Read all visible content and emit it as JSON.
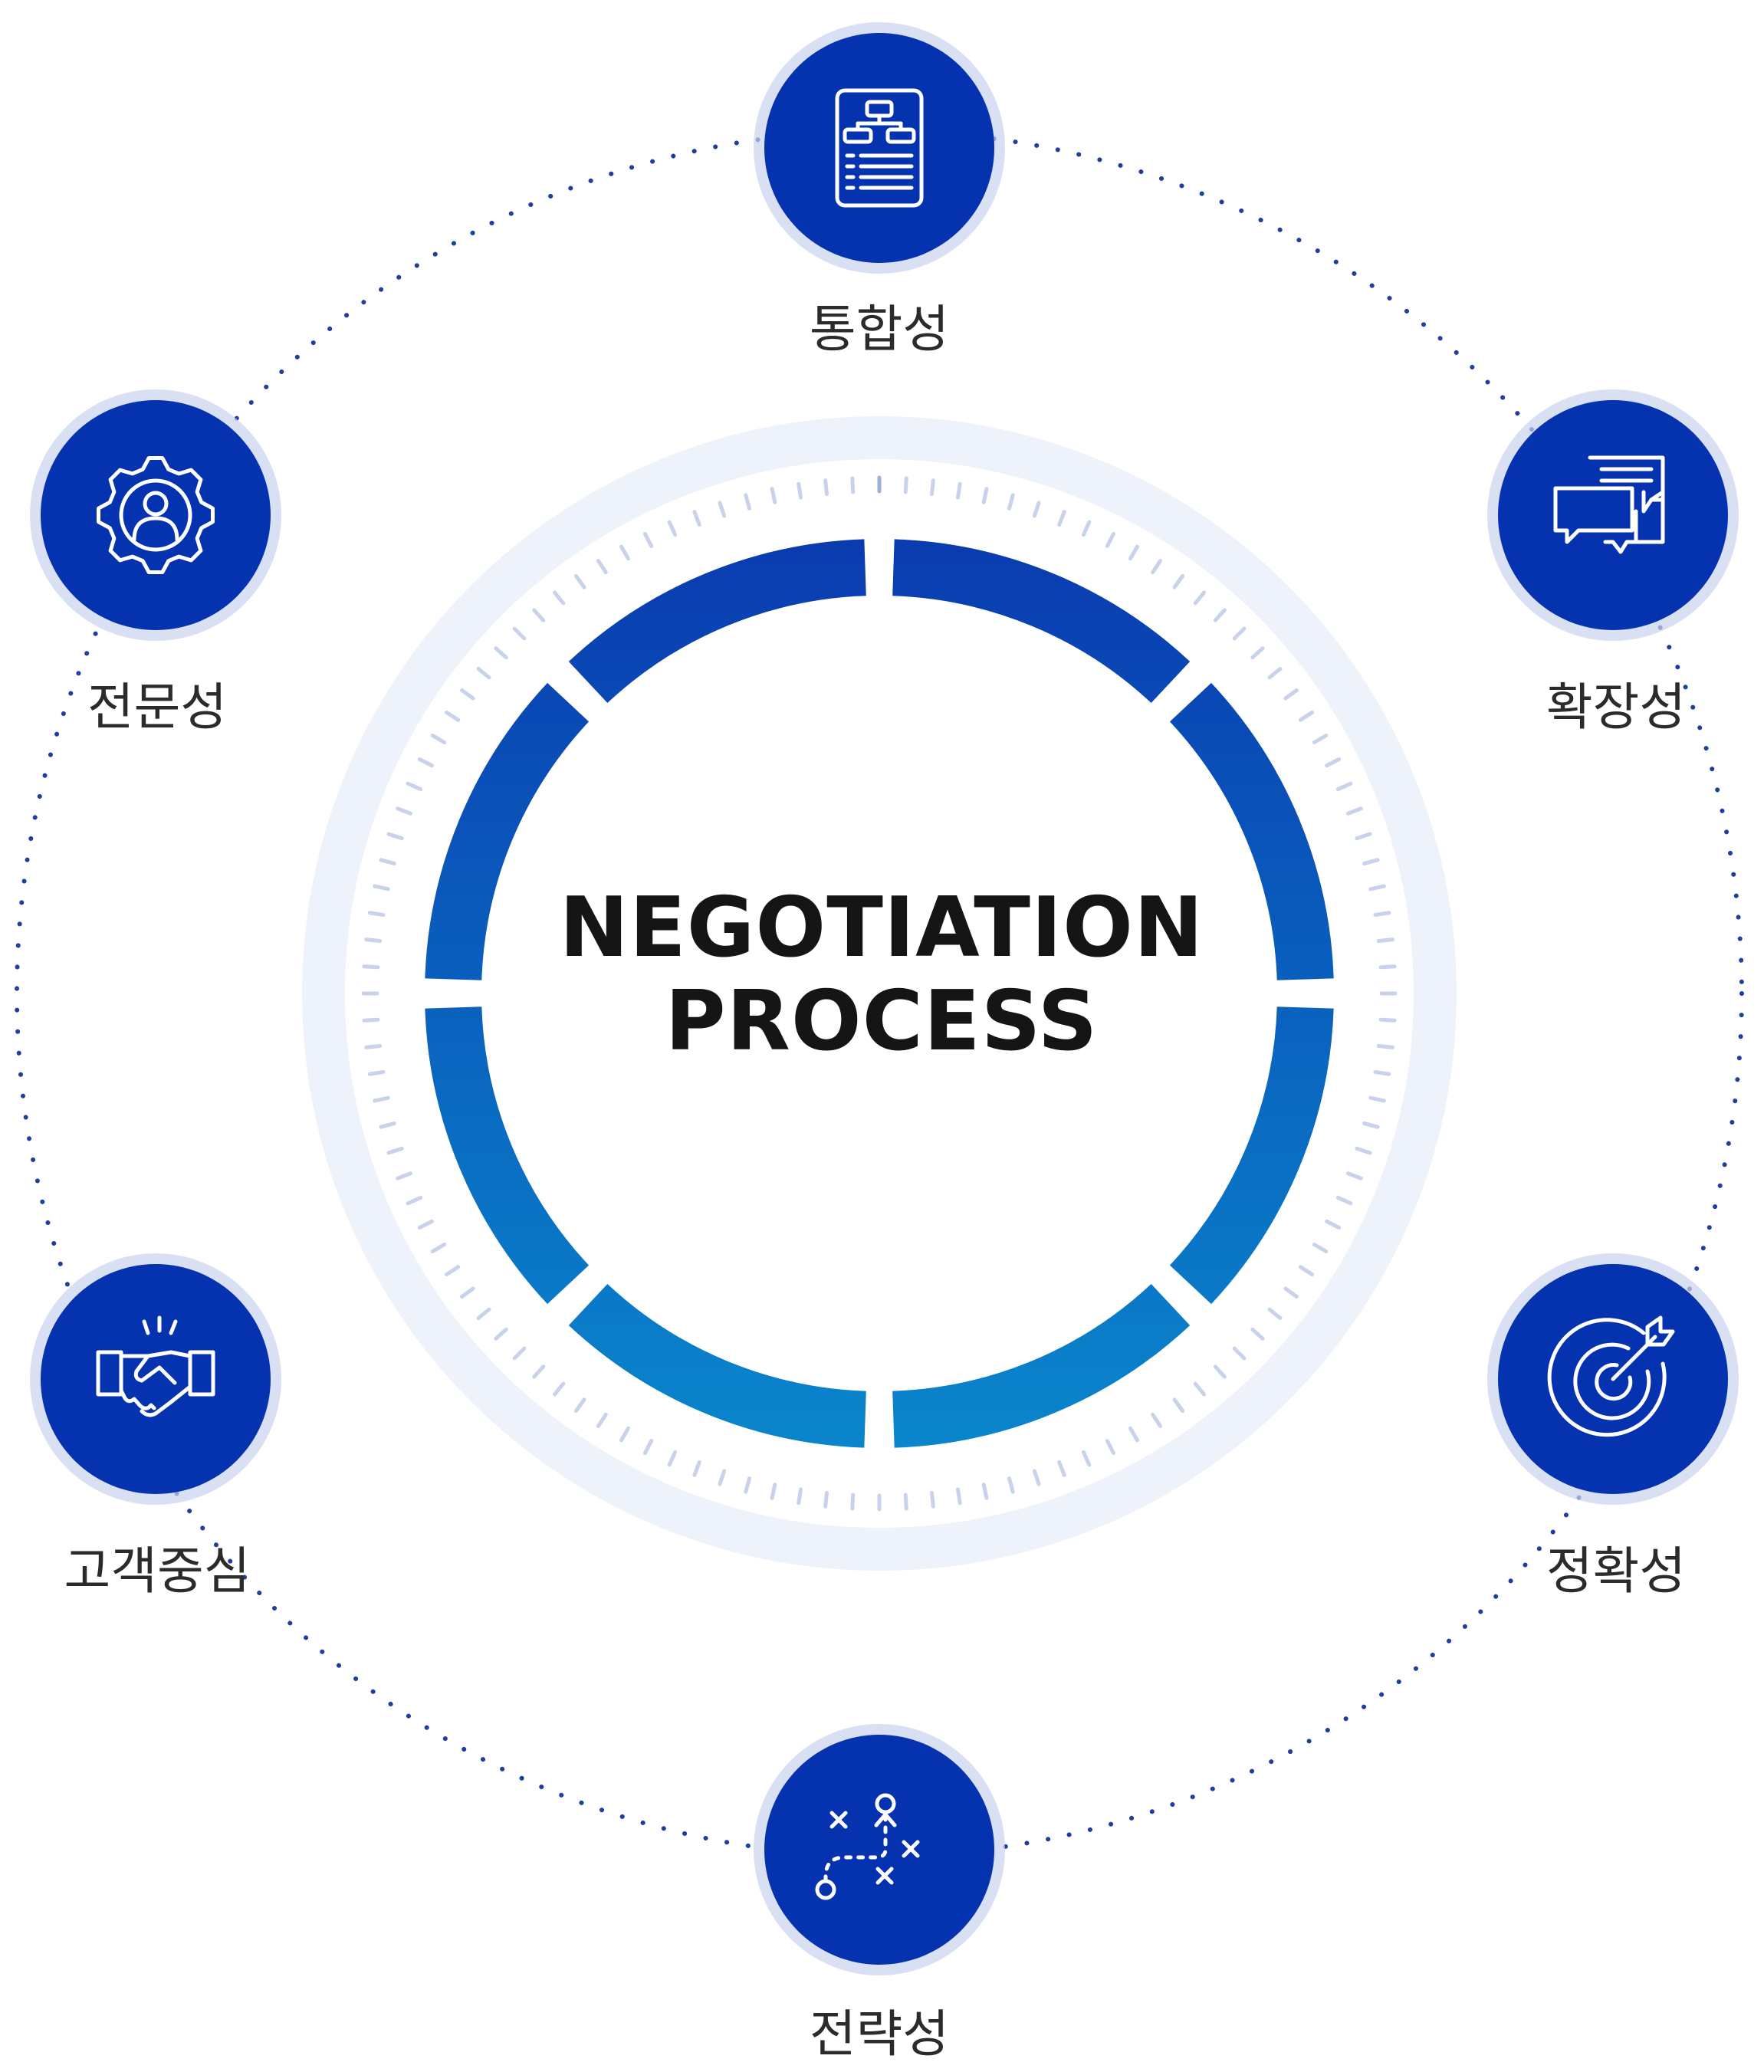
{
  "center": {
    "line1": "NEGOTIATION",
    "line2": "PROCESS"
  },
  "nodes": [
    {
      "label": "통합성",
      "icon": "org-chart-document-icon"
    },
    {
      "label": "확장성",
      "icon": "chat-bubbles-icon"
    },
    {
      "label": "정확성",
      "icon": "target-arrow-icon"
    },
    {
      "label": "전략성",
      "icon": "strategy-play-icon"
    },
    {
      "label": "고객중심",
      "icon": "handshake-icon"
    },
    {
      "label": "전문성",
      "icon": "gear-person-icon"
    }
  ],
  "colors": {
    "node_fill": "#0533b0",
    "node_halo": "#c9d3ee",
    "dotted_ring": "#1d3fa0",
    "connector_dot": "#b7c4e8",
    "outer_band": "#eef2fb",
    "tick": "#c8d2ea",
    "segment_top": "#0a3bb0",
    "segment_bottom": "#0a86cc",
    "title_text": "#151515",
    "label_text": "#2b2b2b"
  }
}
